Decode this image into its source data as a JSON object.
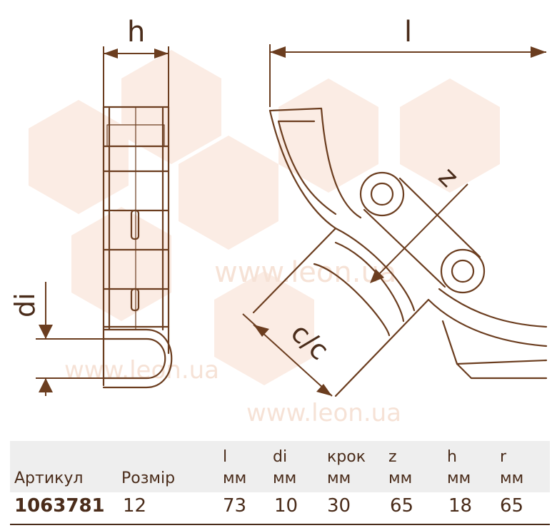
{
  "diagram": {
    "labels": {
      "h": "h",
      "l": "l",
      "di": "di",
      "z": "z",
      "cc": "c/c"
    },
    "watermark": "www.leon.ua",
    "colors": {
      "line": "#6b3d1f",
      "text": "#4a2c1a",
      "watermark": "#fbe9df"
    }
  },
  "table": {
    "header_row1": [
      "l",
      "di",
      "крок",
      "z",
      "h",
      "r"
    ],
    "header_row2": [
      "Артикул",
      "Розмір",
      "мм",
      "мм",
      "мм",
      "мм",
      "мм",
      "мм"
    ],
    "row": {
      "article": "1063781",
      "size": "12",
      "l": "73",
      "di": "10",
      "step": "30",
      "z": "65",
      "h": "18",
      "r": "65"
    }
  }
}
